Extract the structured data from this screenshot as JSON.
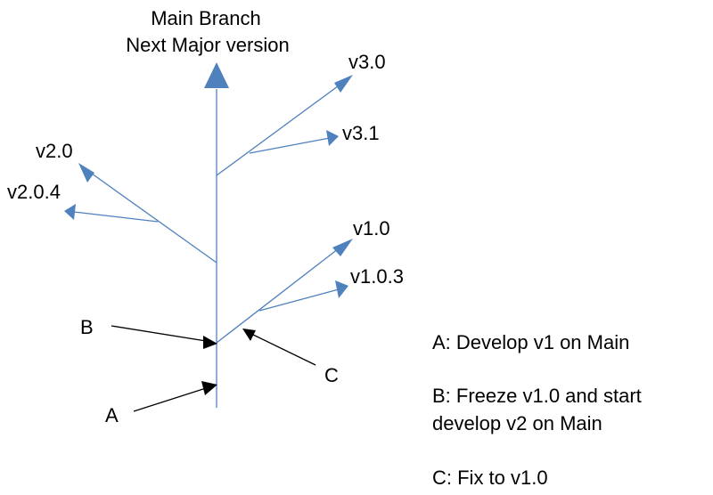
{
  "colors": {
    "branch": "#4f81bd",
    "arrowhead": "#4f81bd",
    "pointer": "#000000",
    "text": "#000000"
  },
  "main_branch": {
    "title_line1": "Main Branch",
    "title_line2": "Next Major version"
  },
  "versions": {
    "v3_0": "v3.0",
    "v3_1": "v3.1",
    "v2_0": "v2.0",
    "v2_0_4": "v2.0.4",
    "v1_0": "v1.0",
    "v1_0_3": "v1.0.3"
  },
  "markers": {
    "a": "A",
    "b": "B",
    "c": "C"
  },
  "legend": {
    "a": "A: Develop v1 on Main",
    "b_line1": "B: Freeze v1.0 and start",
    "b_line2": "develop v2 on Main",
    "c": "C: Fix to v1.0"
  }
}
